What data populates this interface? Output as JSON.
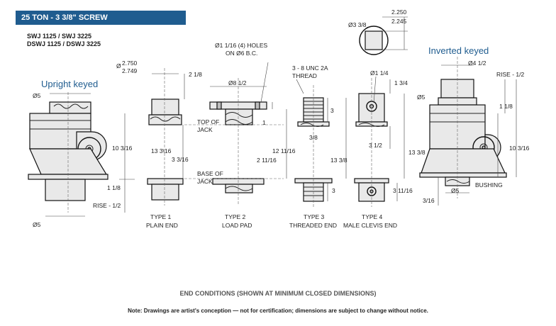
{
  "header": {
    "title": "25 TON - 3 3/8\" SCREW",
    "models_line1": "SWJ 1125 / SWJ 3225",
    "models_line2": "DSWJ 1125 / DSWJ 3225"
  },
  "headings": {
    "upright": "Upright keyed",
    "inverted": "Inverted keyed"
  },
  "upright": {
    "dia_top": "Ø5",
    "dia_bottom": "Ø5",
    "h_10_3_16": "10 3/16",
    "h_13_3_16": "13 3\\16",
    "h_1_1_8": "1 1/8",
    "rise": "RISE - 1/2"
  },
  "type1": {
    "dia_top": "Ø",
    "dia_upper": "2.750",
    "dia_lower": "2.749",
    "dim_2_1_8": "2 1/8",
    "dim_3_3_16": "3 3/16",
    "label1": "TYPE 1",
    "label2": "PLAIN END"
  },
  "type2": {
    "holes1": "Ø1 1/16 (4) HOLES",
    "holes2": "ON Ø6 B.C.",
    "dia": "Ø8 1/2",
    "dim_1": "1",
    "top_of_jack1": "TOP OF",
    "top_of_jack2": "JACK",
    "base_of_jack1": "BASE OF",
    "base_of_jack2": "JACK",
    "dim_2_11_16": "2 11/16",
    "dim_12_11_16": "12 11/16",
    "label1": "TYPE 2",
    "label2": "LOAD PAD"
  },
  "type3": {
    "thread1": "3 - 8 UNC 2A",
    "thread2": "THREAD",
    "dim_3_top": "3",
    "dim_3_8": "3/8",
    "dim_3_bottom": "3",
    "dim_13_3_8": "13 3/8",
    "label1": "TYPE 3",
    "label2": "THREADED END"
  },
  "type4": {
    "top_dia": "Ø3 3/8",
    "key_upper": "2.250",
    "key_lower": "2.245",
    "pin_dia": "Ø1 1/4",
    "dim_1_3_4": "1 3/4",
    "dim_3_1_2": "3 1/2",
    "dim_3_11_16": "3 11/16",
    "label1": "TYPE 4",
    "label2": "MALE CLEVIS END"
  },
  "inverted": {
    "dia_top": "Ø4 1/2",
    "rise": "RISE - 1/2",
    "dia_left": "Ø5",
    "h_1_1_8": "1 1/8",
    "h_13_3_8": "13 3/8",
    "h_10_3_16": "10 3/16",
    "dia_bottom": "Ø5",
    "bushing": "BUSHING",
    "dim_3_16": "3/16"
  },
  "footer": {
    "title": "END CONDITIONS (SHOWN AT MINIMUM CLOSED DIMENSIONS)",
    "note": "Note: Drawings are artist's conception — not for certification; dimensions are subject to change without notice."
  }
}
